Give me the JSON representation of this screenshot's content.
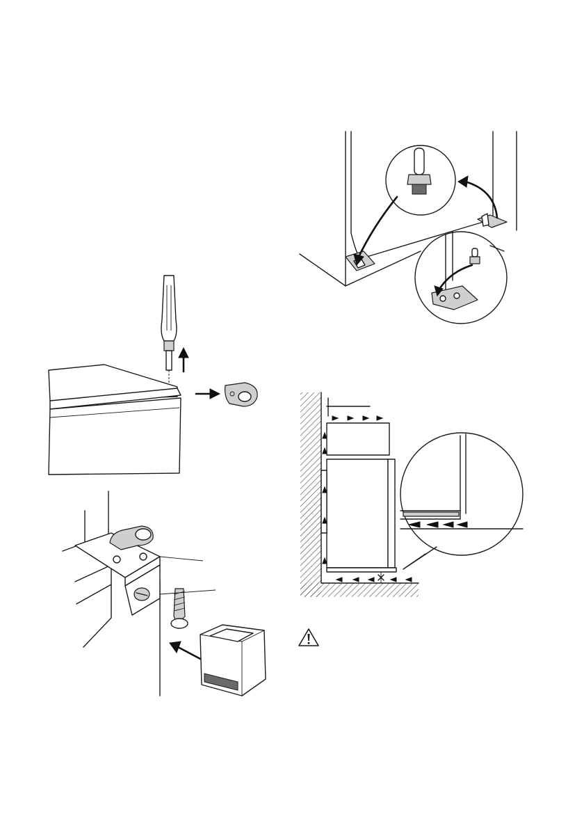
{
  "figures": [
    {
      "id": "figure-door-pin-removal",
      "icons": [
        "screwdriver-icon",
        "up-arrow-icon",
        "right-arrow-icon",
        "hinge-cover-icon"
      ]
    },
    {
      "id": "figure-hinge-cover-fitting",
      "icons": [
        "hinge-bracket-icon",
        "screw-icon",
        "cover-cap-icon"
      ]
    },
    {
      "id": "figure-bottom-hinge-pin",
      "icons": [
        "magnifier-detail-icon",
        "hinge-pin-icon",
        "bracket-icon"
      ]
    },
    {
      "id": "figure-ventilation-airflow",
      "icons": [
        "wall-hatch-icon",
        "airflow-arrow-icon",
        "plinth-detail-icon"
      ]
    }
  ],
  "warning": {
    "icon": "warning-triangle-icon",
    "text": ""
  },
  "colors": {
    "line": "#1a1a1a",
    "fill_grey": "#cfcfcf",
    "hatch": "#444444"
  }
}
